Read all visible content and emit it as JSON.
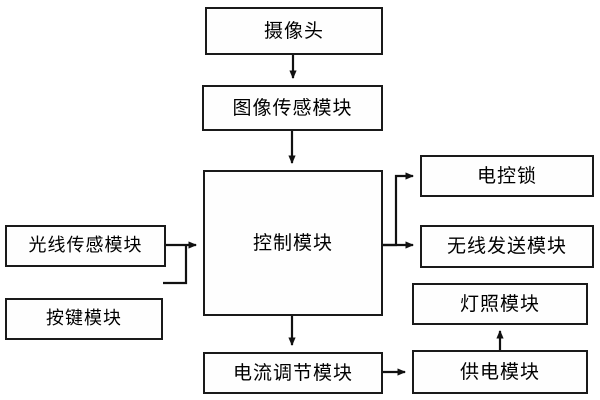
{
  "diagram": {
    "type": "flowchart",
    "title": "",
    "line_color": "#1a1a1a",
    "box_fill": "#fefefe",
    "background": "#ffffff",
    "nodes": [
      {
        "id": "camera",
        "label": "摄像头"
      },
      {
        "id": "image_sensor",
        "label": "图像传感模块"
      },
      {
        "id": "control",
        "label": "控制模块"
      },
      {
        "id": "light_sensor",
        "label": "光线传感模块"
      },
      {
        "id": "key",
        "label": "按键模块"
      },
      {
        "id": "lock",
        "label": "电控锁"
      },
      {
        "id": "wireless",
        "label": "无线发送模块"
      },
      {
        "id": "lighting",
        "label": "灯照模块"
      },
      {
        "id": "power",
        "label": "供电模块"
      },
      {
        "id": "current",
        "label": "电流调节模块"
      }
    ],
    "edges": [
      {
        "from": "camera",
        "to": "image_sensor",
        "label": ""
      },
      {
        "from": "image_sensor",
        "to": "control",
        "label": ""
      },
      {
        "from": "light_sensor",
        "to": "control",
        "label": ""
      },
      {
        "from": "key",
        "to": "control",
        "label": ""
      },
      {
        "from": "control",
        "to": "lock",
        "label": ""
      },
      {
        "from": "control",
        "to": "wireless",
        "label": ""
      },
      {
        "from": "control",
        "to": "current",
        "label": ""
      },
      {
        "from": "current",
        "to": "power",
        "label": ""
      },
      {
        "from": "power",
        "to": "lighting",
        "label": ""
      }
    ]
  }
}
